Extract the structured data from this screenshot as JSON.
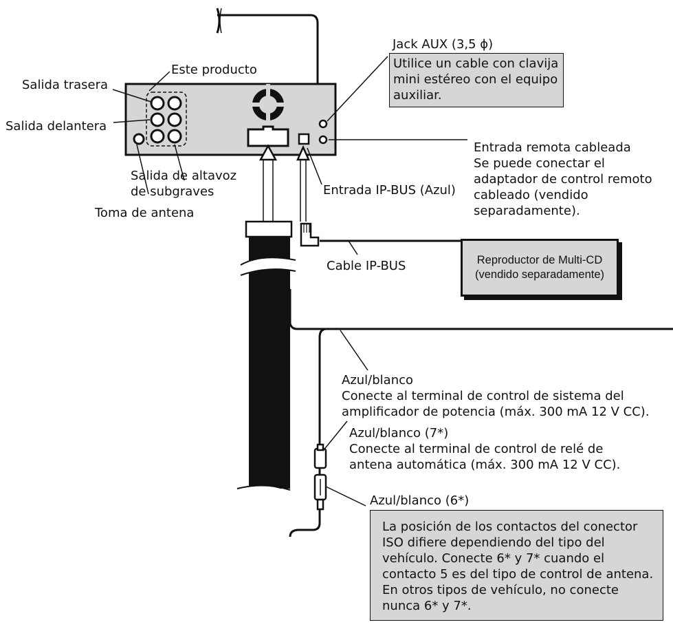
{
  "labels": {
    "este_producto": "Este producto",
    "salida_trasera": "Salida trasera",
    "salida_delantera": "Salida delantera",
    "salida_altavoz": "Salida de altavoz\nde subgraves",
    "toma_antena": "Toma de antena",
    "jack_aux": "Jack AUX (3,5 ϕ)",
    "jack_aux_note": "Utilice un cable con clavija\nmini estéreo con el equipo\nauxiliar.",
    "entrada_remota": "Entrada remota cableada\nSe puede conectar el\nadaptador de control remoto\ncableado (vendido\nseparadamente).",
    "entrada_ipbus": "Entrada IP-BUS (Azul)",
    "cable_ipbus": "Cable IP-BUS",
    "multicd_line1": "Reproductor de Multi-CD",
    "multicd_line2": "(vendido separadamente)",
    "azul_blanco": "Azul/blanco\nConecte al terminal de control de sistema del\namplificador de potencia (máx. 300 mA 12 V CC).",
    "azul_blanco_7": "Azul/blanco (7*)\nConecte al terminal de control de relé de\nantena automática (máx. 300 mA 12 V CC).",
    "azul_blanco_6": "Azul/blanco (6*)",
    "iso_note": "La posición de los contactos del conector\nISO difiere dependiendo del tipo del\nvehículo. Conecte 6* y 7* cuando el\ncontacto 5 es del tipo de control de antena.\nEn otros tipos de vehículo, no conecte\nnunca 6* y 7*."
  }
}
